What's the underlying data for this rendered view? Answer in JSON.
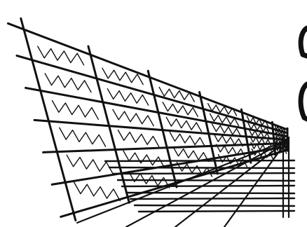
{
  "figure": {
    "kind": "hand-drawn perspective grid sketch",
    "ink_color": "#111111",
    "background_color": "#ffffff",
    "grid": {
      "rows": 6,
      "cols": 6,
      "vanishing_point": "right",
      "cells_shaded": true
    },
    "extra_lines": {
      "horizontal_floor_lines": 9,
      "vertical_lines_near_vp": 2
    },
    "partial_shapes_right_edge": [
      "upper-arc",
      "lower-arc"
    ]
  }
}
